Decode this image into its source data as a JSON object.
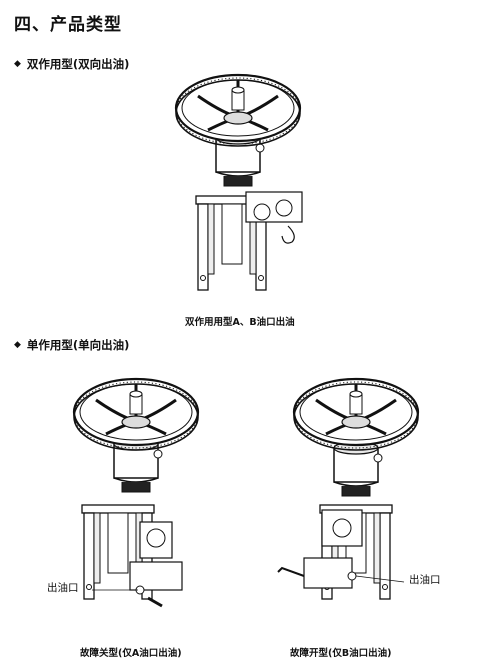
{
  "section_title": "四、产品类型",
  "subsections": [
    {
      "bullet": "◆",
      "title": "双作用型(双向出油)"
    },
    {
      "bullet": "◆",
      "title": "单作用型(单向出油)"
    }
  ],
  "captions": [
    "双作用用型A、B油口出油",
    "故障关型(仅A油口出油)",
    "故障开型(仅B油口出油)"
  ],
  "callouts": [
    "出油口",
    "出油口"
  ]
}
